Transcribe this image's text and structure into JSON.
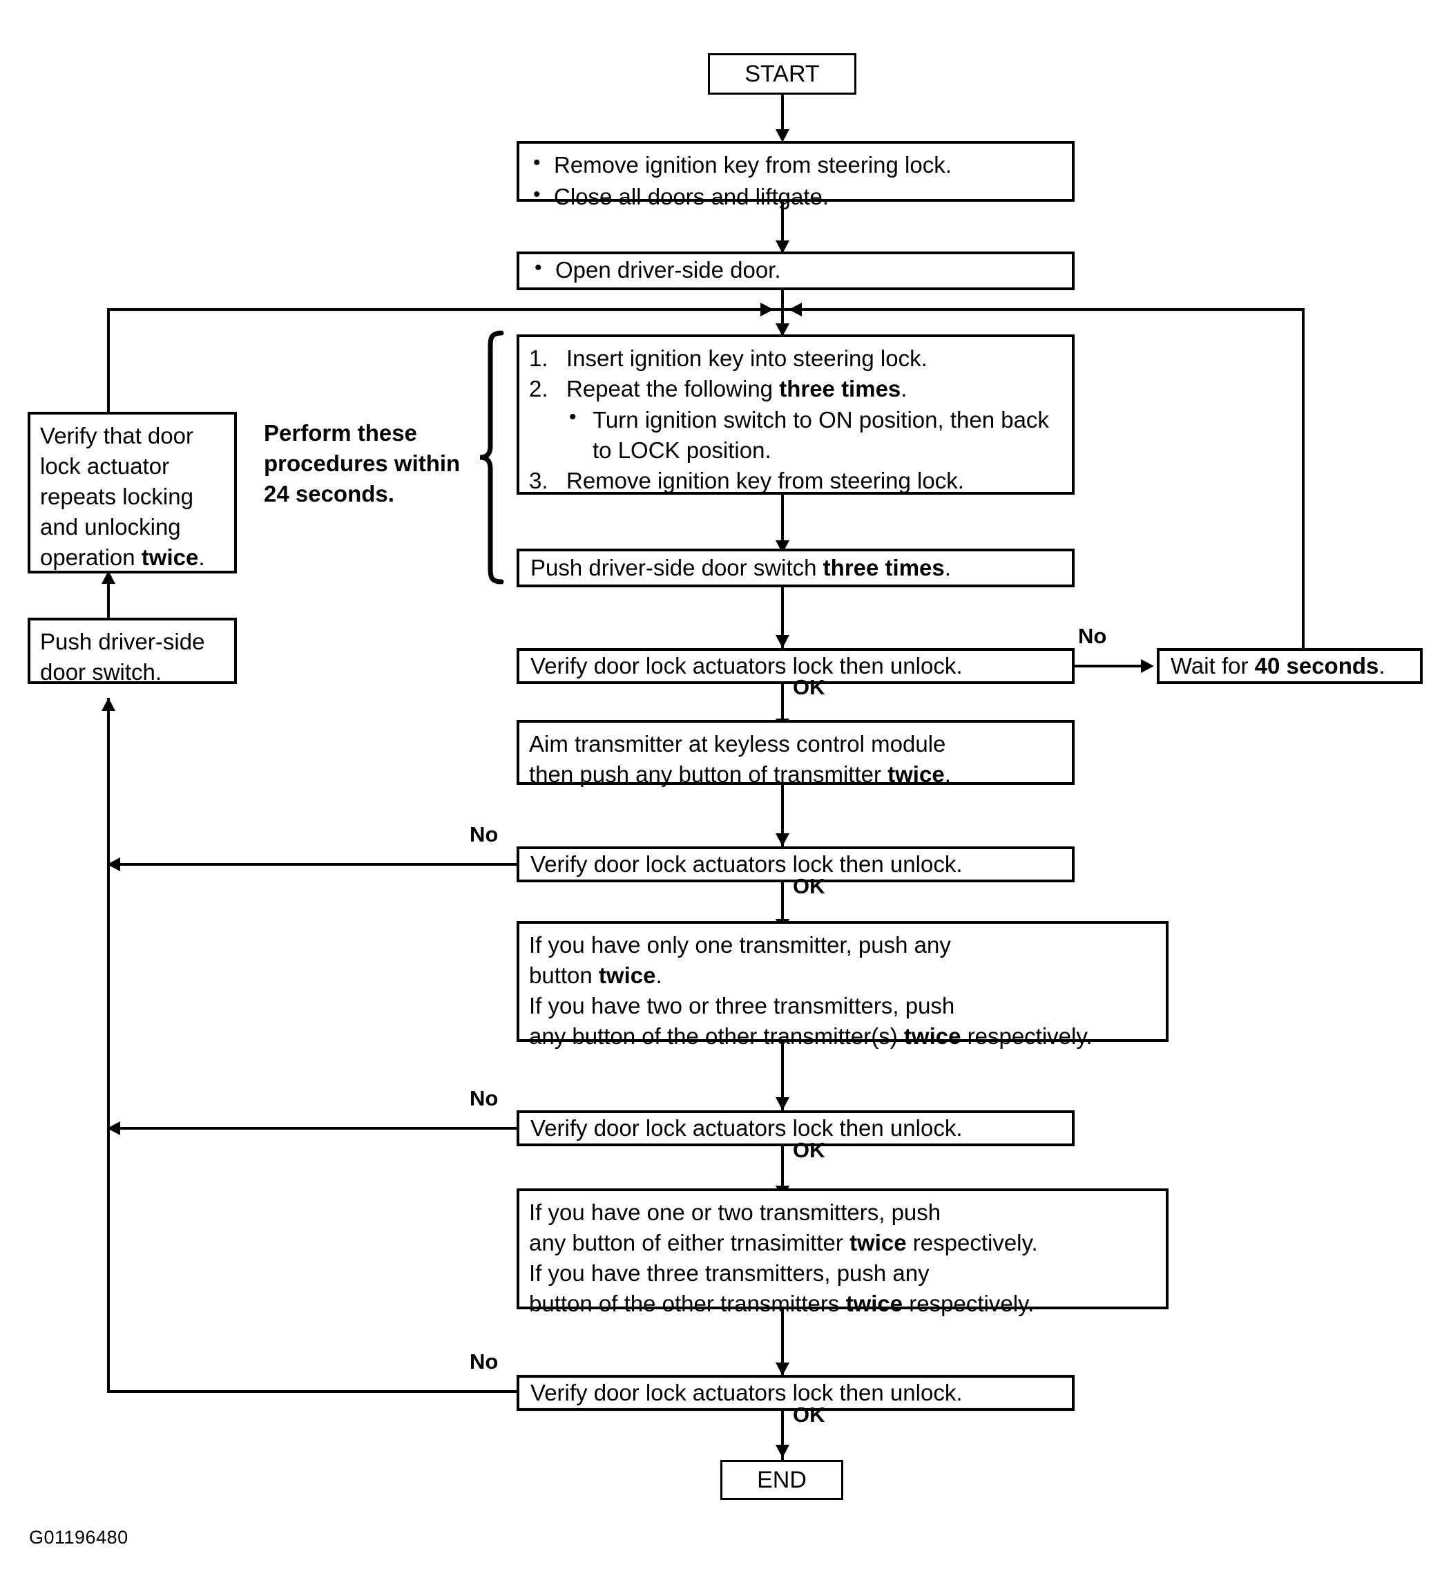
{
  "diagram": {
    "caption": "G01196480",
    "start_label": "START",
    "end_label": "END",
    "timing_note": "Perform these procedures within\n24 seconds.",
    "labels": {
      "no": "No",
      "ok": "OK"
    },
    "colors": {
      "line": "#000000",
      "background": "#ffffff",
      "text": "#000000"
    }
  },
  "nodes": {
    "prep": {
      "bullets": [
        "Remove ignition key from steering lock.",
        "Close all doors and liftgate."
      ]
    },
    "open_door": {
      "bullets": [
        "Open driver-side door."
      ]
    },
    "key_cycle": {
      "steps": [
        {
          "num": "1.",
          "text": "Insert ignition key into steering lock."
        },
        {
          "num": "2.",
          "text_pre": "Repeat the following ",
          "text_bold": "three times",
          "text_post": ".",
          "sub": "Turn ignition switch to ON position, then back to LOCK position."
        },
        {
          "num": "3.",
          "text": "Remove ignition key from steering lock."
        }
      ]
    },
    "push_switch_3x": {
      "pre": "Push driver-side door switch ",
      "bold": "three times",
      "post": "."
    },
    "verify_1": {
      "text": "Verify door lock actuators lock then unlock."
    },
    "wait_40": {
      "pre": "Wait for ",
      "bold": "40 seconds",
      "post": "."
    },
    "aim_transmitter": {
      "line1": "Aim transmitter at keyless control module",
      "line2_pre": "then push any button of transmitter ",
      "line2_bold": "twice",
      "line2_post": "."
    },
    "verify_2": {
      "text": "Verify door lock actuators lock then unlock."
    },
    "transmitter_a": {
      "l1": "If you have only one transmitter, push any",
      "l2_pre": "button ",
      "l2_bold": "twice",
      "l2_post": ".",
      "l3": "If you have two or three transmitters, push",
      "l4_pre": "any button of the other transmitter(s) ",
      "l4_bold": "twice",
      "l4_post": " respectively."
    },
    "verify_3": {
      "text": "Verify door lock actuators lock then unlock."
    },
    "transmitter_b": {
      "l1": "If you have one or two transmitters, push",
      "l2_pre": "any button of either trnasimitter ",
      "l2_bold": "twice",
      "l2_post": " respectively.",
      "l3": "If you have three transmitters, push any",
      "l4_pre": "button of the other transmitters ",
      "l4_bold": "twice",
      "l4_post": " respectively."
    },
    "verify_4": {
      "text": "Verify door lock actuators lock then unlock."
    },
    "verify_repeat": {
      "pre": "Verify that door lock actuator repeats locking and unlocking operation ",
      "bold": "twice",
      "post": "."
    },
    "push_switch": {
      "text": "Push driver-side door switch."
    }
  }
}
